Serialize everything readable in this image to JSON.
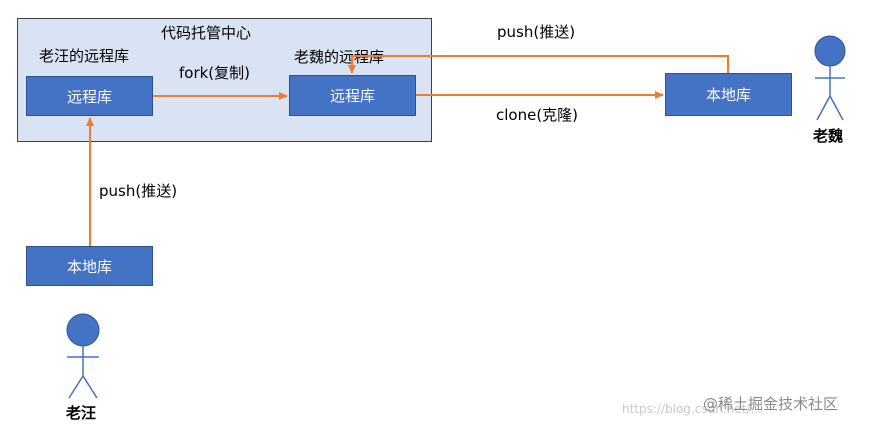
{
  "hub": {
    "title": "代码托管中心"
  },
  "labels": {
    "wang_remote": "老汪的远程库",
    "wei_remote": "老魏的远程库",
    "fork": "fork(复制)",
    "push_top": "push(推送)",
    "clone": "clone(克隆)",
    "push_left": "push(推送)"
  },
  "boxes": {
    "wang_remote": "远程库",
    "wei_remote": "远程库",
    "wei_local": "本地库",
    "wang_local": "本地库"
  },
  "people": {
    "wei": "老魏",
    "wang": "老汪"
  },
  "watermark": {
    "text": "@稀土掘金技术社区",
    "url": "https://blog.csdn.net/..."
  },
  "colors": {
    "hub_fill": "#dae3f3",
    "box_fill": "#4472c4",
    "arrow": "#ed7d31",
    "person": "#4472c4"
  }
}
